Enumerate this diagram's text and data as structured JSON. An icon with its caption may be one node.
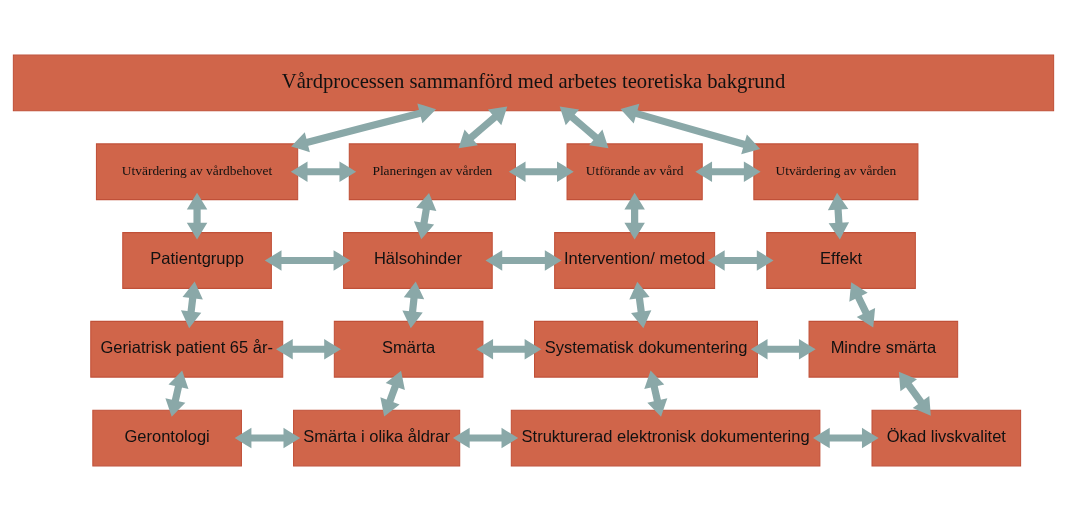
{
  "diagram": {
    "nodes": [
      {
        "text": [
          "Vårdprocessen sammanförd med arbetes teoretiska bakgrund"
        ]
      },
      {
        "text": [
          "Utvärdering av vårdbehovet"
        ]
      },
      {
        "text": [
          "Planeringen av vården"
        ]
      },
      {
        "text": [
          "Utförande av vård"
        ]
      },
      {
        "text": [
          "Utvärdering av vården"
        ]
      },
      {
        "text": [
          "Patientgrupp"
        ]
      },
      {
        "text": [
          "Hälsohinder"
        ]
      },
      {
        "text": [
          "Intervention/ metod"
        ]
      },
      {
        "text": [
          "Effekt"
        ]
      },
      {
        "text": [
          "Geriatrisk patient 65 år-"
        ]
      },
      {
        "text": [
          "Smärta"
        ]
      },
      {
        "text": [
          "Systematisk dokumentering"
        ]
      },
      {
        "text": [
          "Mindre smärta"
        ]
      },
      {
        "text": [
          "Gerontologi"
        ]
      },
      {
        "text": [
          "Smärta i olika åldrar"
        ]
      },
      {
        "text": [
          "Strukturerad elektronisk dokumentering"
        ]
      },
      {
        "text": [
          "Ökad livskvalitet"
        ]
      }
    ],
    "edges": [
      {
        "from": 0,
        "to": 1,
        "arrow": "both"
      },
      {
        "from": 0,
        "to": 2,
        "arrow": "both"
      },
      {
        "from": 0,
        "to": 3,
        "arrow": "both"
      },
      {
        "from": 0,
        "to": 4,
        "arrow": "both"
      },
      {
        "from": 1,
        "to": 2,
        "arrow": "both"
      },
      {
        "from": 2,
        "to": 3,
        "arrow": "both"
      },
      {
        "from": 3,
        "to": 4,
        "arrow": "both"
      },
      {
        "from": 1,
        "to": 5,
        "arrow": "both"
      },
      {
        "from": 2,
        "to": 6,
        "arrow": "both"
      },
      {
        "from": 3,
        "to": 7,
        "arrow": "both"
      },
      {
        "from": 4,
        "to": 8,
        "arrow": "both"
      },
      {
        "from": 5,
        "to": 6,
        "arrow": "both"
      },
      {
        "from": 6,
        "to": 7,
        "arrow": "both"
      },
      {
        "from": 7,
        "to": 8,
        "arrow": "both"
      },
      {
        "from": 5,
        "to": 9,
        "arrow": "both"
      },
      {
        "from": 6,
        "to": 10,
        "arrow": "both"
      },
      {
        "from": 7,
        "to": 11,
        "arrow": "both"
      },
      {
        "from": 8,
        "to": 12,
        "arrow": "both"
      },
      {
        "from": 9,
        "to": 10,
        "arrow": "both"
      },
      {
        "from": 10,
        "to": 11,
        "arrow": "both"
      },
      {
        "from": 11,
        "to": 12,
        "arrow": "both"
      },
      {
        "from": 9,
        "to": 13,
        "arrow": "both"
      },
      {
        "from": 10,
        "to": 14,
        "arrow": "both"
      },
      {
        "from": 11,
        "to": 15,
        "arrow": "both"
      },
      {
        "from": 12,
        "to": 16,
        "arrow": "both"
      },
      {
        "from": 13,
        "to": 14,
        "arrow": "both"
      },
      {
        "from": 14,
        "to": 15,
        "arrow": "both"
      },
      {
        "from": 15,
        "to": 16,
        "arrow": "both"
      }
    ]
  }
}
